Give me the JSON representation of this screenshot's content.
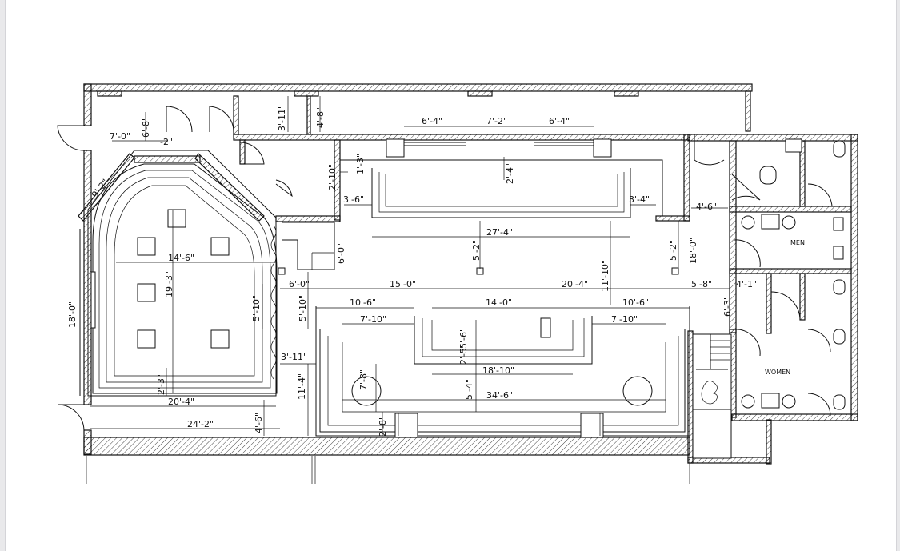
{
  "colors": {
    "ink": "#111111",
    "paper": "#ffffff",
    "frame": "#e9e9eb"
  },
  "labels": {
    "room_men": "MEN",
    "room_women": "WOMEN"
  },
  "dimensions": {
    "d_7_0": "7'-0\"",
    "d_6_8": "6'-8\"",
    "d_2_dash": "-2\"",
    "d_9_2": "9'-2\"",
    "d_3_11_top": "3'-11\"",
    "d_4_8": "4'-8\"",
    "d_6_4_left": "6'-4\"",
    "d_7_2": "7'-2\"",
    "d_6_4_right": "6'-4\"",
    "d_1_3": "1'-3\"",
    "d_2_4": "2'-4\"",
    "d_2_10": "2'-10\"",
    "d_3_6": "3'-6\"",
    "d_3_4": "3'-4\"",
    "d_4_6_right": "4'-6\"",
    "d_27_4": "27'-4\"",
    "d_5_2_mid": "5'-2\"",
    "d_5_2_right": "5'-2\"",
    "d_18_0_right": "18'-0\"",
    "d_6_0_vert": "6'-0\"",
    "d_14_6": "14'-6\"",
    "d_19_3": "19'-3\"",
    "d_18_0_left": "18'-0\"",
    "d_5_10_a": "5'-10\"",
    "d_5_10_b": "5'-10\"",
    "d_6_0_horiz": "6'-0\"",
    "d_15_0": "15'-0\"",
    "d_20_4_mid": "20'-4\"",
    "d_11_10": "11'-10\"",
    "d_5_8": "5'-8\"",
    "d_4_1": "4'-1\"",
    "d_6_3": "6'-3\"",
    "d_10_6_left": "10'-6\"",
    "d_14_0": "14'-0\"",
    "d_10_6_right": "10'-6\"",
    "d_7_10_left": "7'-10\"",
    "d_7_10_right": "7'-10\"",
    "d_5_6": "5'-6\"",
    "d_2_5": "2'-5\"",
    "d_3_11_mid": "3'-11\"",
    "d_18_10": "18'-10\"",
    "d_7_8": "7'-8\"",
    "d_5_4": "5'-4\"",
    "d_34_6": "34'-6\"",
    "d_11_4": "11'-4\"",
    "d_2_3": "2'-3\"",
    "d_20_4_bottom": "20'-4\"",
    "d_24_2": "24'-2\"",
    "d_4_6_bottom": "4'-6\"",
    "d_2_8": "2'-8\""
  }
}
